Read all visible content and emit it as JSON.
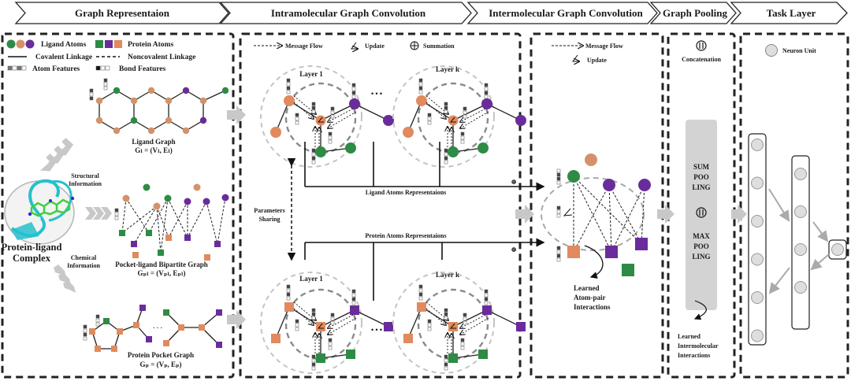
{
  "stages": [
    {
      "label": "Graph Representaion"
    },
    {
      "label": "Intramolecular Graph Convolution"
    },
    {
      "label": "Intermolecular Graph Convolution"
    },
    {
      "label": "Graph Pooling"
    },
    {
      "label": "Task Layer"
    }
  ],
  "colors": {
    "green": "#2e8b45",
    "orange": "#e08a5e",
    "tan": "#d4916a",
    "purple": "#6a2c9c",
    "gray_arrow": "#c8c8c8",
    "pool_bg": "#d3d3d3",
    "neuron": "#dedede",
    "cyan": "#27c0cc",
    "lime": "#3fd13f"
  },
  "representation": {
    "legend": {
      "ligand_atoms": "Ligand Atoms",
      "protein_atoms": "Protein Atoms",
      "covalent": "Covalent Linkage",
      "noncovalent": "Noncovalent Linkage",
      "atom_features": "Atom Features",
      "bond_features": "Bond Features"
    },
    "ligand_graph": {
      "title": "Ligand Graph",
      "formula": "Gₗ = (Vₗ, Eₗ)"
    },
    "bipartite_graph": {
      "title": "Pocket-ligand Bipartite Graph",
      "formula": "Gₚₗ = (Vₚₗ, Eₚₗ)"
    },
    "pocket_graph": {
      "title": "Protein Pocket Graph",
      "formula": "Gₚ = (Vₚ, Eₚ)"
    },
    "complex": {
      "line1": "Protein-ligand",
      "line2": "Complex"
    },
    "structural_info": {
      "line1": "Structural",
      "line2": "Information"
    },
    "chemical_info": {
      "line1": "Chemical",
      "line2": "Information"
    },
    "ellipsis": "· · ·"
  },
  "intramolecular": {
    "legend": {
      "message_flow": "Message  Flow",
      "update": "Update",
      "summation": "Summation"
    },
    "layer_first": "Layer 1",
    "layer_last": "Layer k",
    "ligand_repr": "Ligand Atoms Representaions",
    "protein_repr": "Protein Atoms Representaions",
    "params_sharing": {
      "line1": "Parameters",
      "line2": "Sharing"
    },
    "plus_symbol": "⊕",
    "ellipsis": "• • •"
  },
  "intermolecular": {
    "legend": {
      "message_flow": "Message  Flow",
      "update": "Update"
    },
    "learned": {
      "line1": "Learned",
      "line2": "Atom-pair",
      "line3": "Interactions"
    }
  },
  "pooling": {
    "concat_label": "Concatenation",
    "sum": {
      "line1": "SUM",
      "line2": "POO",
      "line3": "LING"
    },
    "max": {
      "line1": "MAX",
      "line2": "POO",
      "line3": "LING"
    },
    "learned": {
      "line1": "Learned",
      "line2": "Intermolecular",
      "line3": "Interactions"
    }
  },
  "task": {
    "neuron_label": "Neuron Unit",
    "layer_sizes": [
      6,
      4,
      1
    ]
  }
}
